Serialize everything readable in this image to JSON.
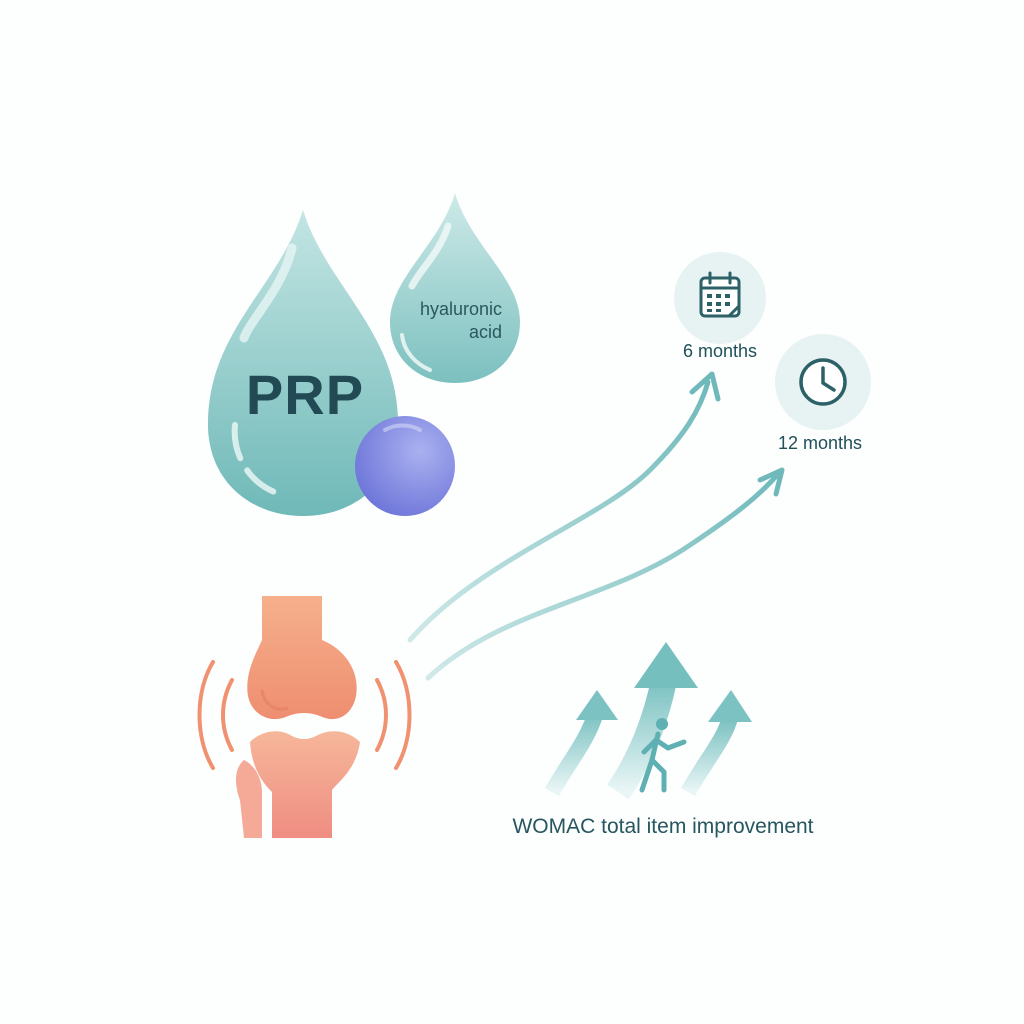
{
  "labels": {
    "prp": "PRP",
    "hyaluronic_acid": "hyaluronic acid",
    "six_months": "6 months",
    "twelve_months": "12 months",
    "womac": "WOMAC total item improvement"
  },
  "icons": {
    "six_months": "calendar-icon",
    "twelve_months": "clock-icon",
    "walker": "walking-person-icon"
  },
  "colors": {
    "drop_teal": "#6db9b9",
    "drop_light": "#c3e5e3",
    "sphere_purple": "#7a82de",
    "joint_coral": "#f0916f",
    "arrow_teal": "#75bcbd",
    "text_dark": "#214a55"
  }
}
